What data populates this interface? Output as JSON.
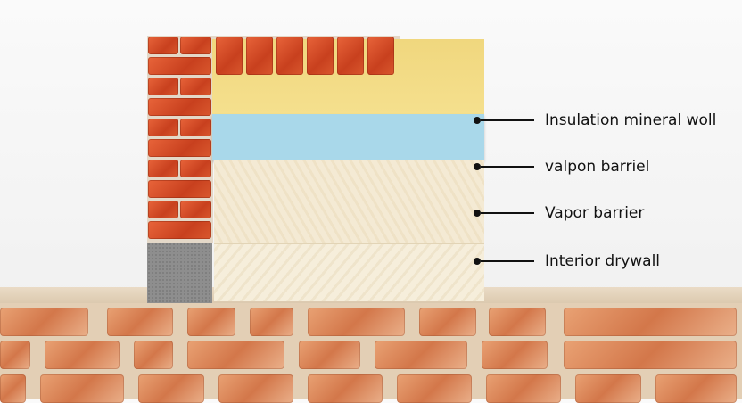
{
  "diagram": {
    "labels": [
      {
        "text": "Insulation mineral woll"
      },
      {
        "text": "valpon barriel"
      },
      {
        "text": "Vapor barrier"
      },
      {
        "text": "Interior drywall"
      }
    ],
    "colors": {
      "brick": "#d2502a",
      "insulation": "#f2da84",
      "barrier": "#a9d8ea",
      "drywall": "#f4ead4",
      "block": "#8e8e8e"
    }
  }
}
